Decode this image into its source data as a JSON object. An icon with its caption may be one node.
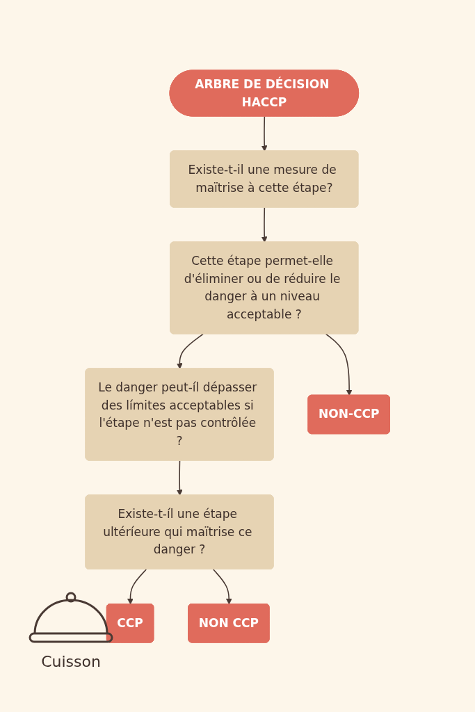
{
  "diagram": {
    "nodes": [
      {
        "text": [
          "ARBRE DE DÉCISION HACCP"
        ]
      },
      {
        "text": [
          "Existe-t-il une mesure de maïtrise à cette étape?"
        ]
      },
      {
        "text": [
          "Cette étape permet-elle d'éliminer ou de réduire le danger à un niveau acceptable ?"
        ]
      },
      {
        "text": [
          "Le danger peut-íl dépasser des límites acceptables si l'étape n'est pas contrôlée ?"
        ]
      },
      {
        "text": [
          "Existe-t-íl une étape ultéríeure qui maïtrise ce danger ?"
        ]
      },
      {
        "text": [
          "NON-CCP"
        ]
      },
      {
        "text": [
          "CCP"
        ]
      },
      {
        "text": [
          "NON CCP"
        ]
      }
    ],
    "edges": [
      {
        "from": 0,
        "to": 1,
        "arrow": "to"
      },
      {
        "from": 1,
        "to": 2,
        "arrow": "to"
      },
      {
        "from": 2,
        "to": 5,
        "arrow": "to"
      },
      {
        "from": 2,
        "to": 3,
        "arrow": "to"
      },
      {
        "from": 3,
        "to": 4,
        "arrow": "to"
      },
      {
        "from": 4,
        "to": 6,
        "arrow": "to"
      },
      {
        "from": 4,
        "to": 7,
        "arrow": "to"
      }
    ],
    "labels": [
      "Cuisson"
    ]
  }
}
